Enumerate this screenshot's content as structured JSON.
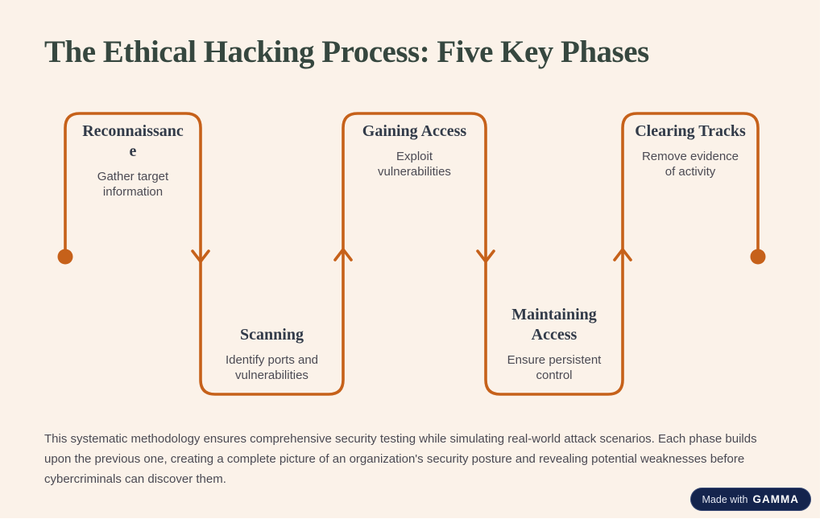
{
  "title": "The Ethical Hacking Process: Five Key Phases",
  "phases": [
    {
      "id": "reconnaissance",
      "title": "Reconnaissanc\ne",
      "description": "Gather target\ninformation"
    },
    {
      "id": "scanning",
      "title": "Scanning",
      "description": "Identify ports and\nvulnerabilities"
    },
    {
      "id": "gaining-access",
      "title": "Gaining Access",
      "description": "Exploit\nvulnerabilities"
    },
    {
      "id": "maintaining-access",
      "title": "Maintaining\nAccess",
      "description": "Ensure persistent\ncontrol"
    },
    {
      "id": "clearing-tracks",
      "title": "Clearing Tracks",
      "description": "Remove evidence\nof activity"
    }
  ],
  "summary": "This systematic methodology ensures comprehensive security testing while simulating real-world attack scenarios. Each phase builds upon the previous one, creating a complete picture of an organization's security posture and revealing potential weaknesses before cybercriminals can discover them.",
  "badge": {
    "prefix": "Made with",
    "brand": "GAMMA"
  },
  "colors": {
    "accent": "#C6611A",
    "bg": "#FBF2E9",
    "titleInk": "#36473F",
    "headingInk": "#323B49",
    "bodyInk": "#4B4A53",
    "badgeBg": "#14244D"
  }
}
